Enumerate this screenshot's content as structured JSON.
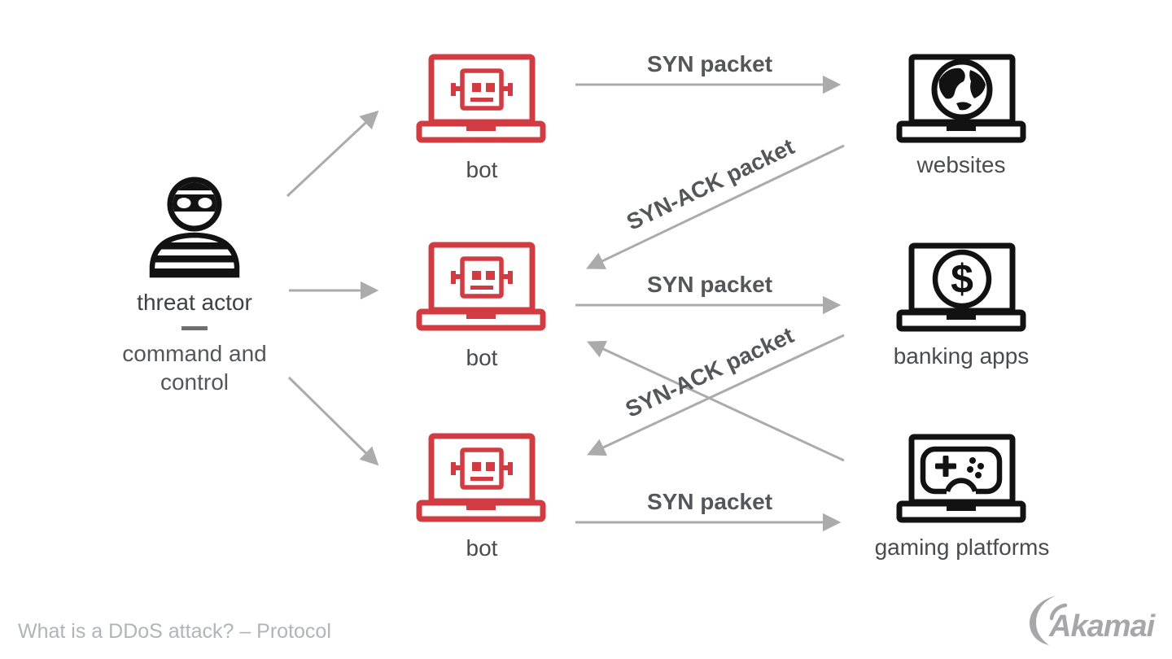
{
  "nodes": {
    "threat_actor": {
      "label": "threat actor",
      "sublabel": "command and control",
      "icon": "masked-person-icon"
    },
    "bots": [
      {
        "label": "bot",
        "icon": "robot-laptop-icon"
      },
      {
        "label": "bot",
        "icon": "robot-laptop-icon"
      },
      {
        "label": "bot",
        "icon": "robot-laptop-icon"
      }
    ],
    "targets": [
      {
        "label": "websites",
        "icon": "globe-laptop-icon"
      },
      {
        "label": "banking apps",
        "icon": "dollar-laptop-icon"
      },
      {
        "label": "gaming platforms",
        "icon": "gamepad-laptop-icon"
      }
    ]
  },
  "edges": {
    "syn_label": "SYN packet",
    "syn_ack_label": "SYN-ACK packet"
  },
  "icons": {
    "dollar_glyph": "$"
  },
  "footer": {
    "caption": "What is a DDoS attack? – Protocol",
    "logo_text": "Akamai"
  },
  "colors": {
    "bot_red": "#D13B42",
    "target_black": "#121212",
    "arrow_gray": "#ABABAB",
    "packet_label_gray": "#55565A",
    "node_label_gray": "#4A4B4F",
    "caption_gray": "#B1B4B8",
    "logo_gray": "#A7A7A9"
  }
}
